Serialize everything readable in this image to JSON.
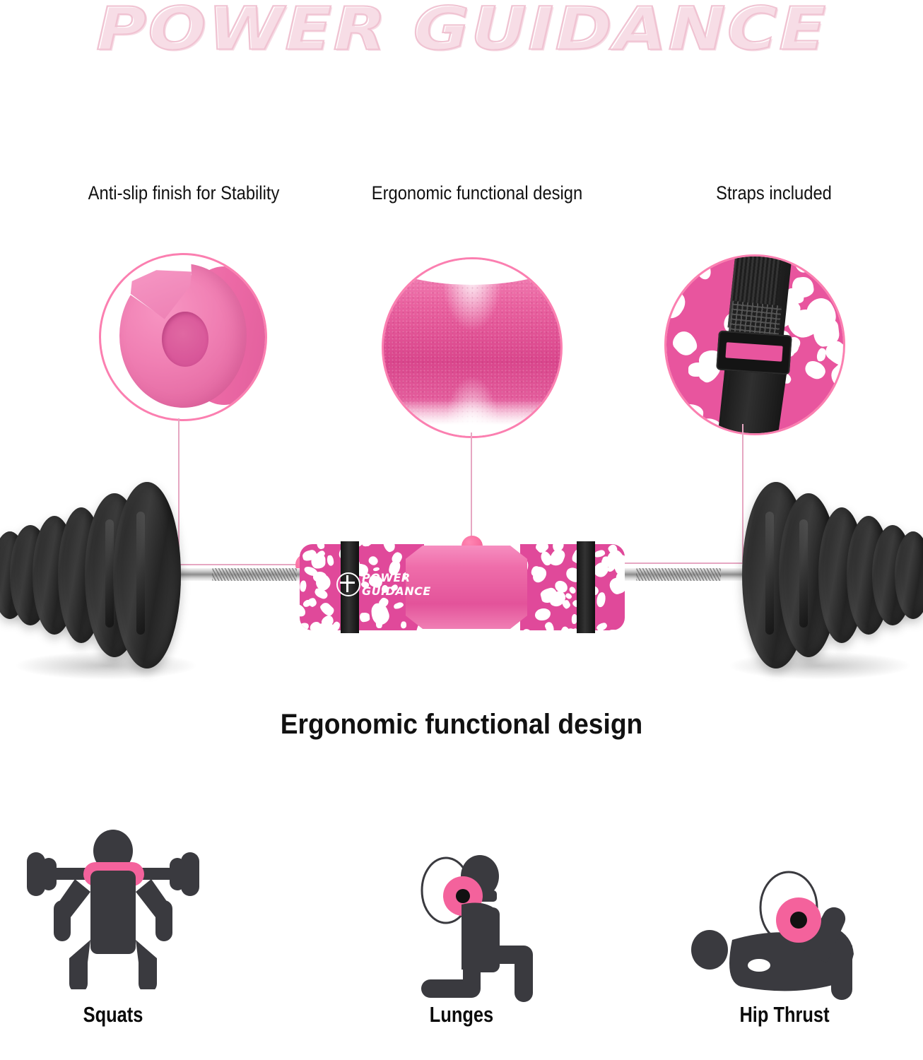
{
  "brand": {
    "name": "POWER GUIDANCE",
    "outline_color": "#f0c3d2"
  },
  "features": [
    {
      "label": "Anti-slip finish for Stability",
      "detail_icon": "foam-disc-slot-icon"
    },
    {
      "label": "Ergonomic functional design",
      "detail_icon": "foam-texture-closeup-icon"
    },
    {
      "label": "Straps included",
      "detail_icon": "velcro-strap-buckle-icon"
    }
  ],
  "product": {
    "pad_logo_line1": "POWER",
    "pad_logo_line2": "GUIDANCE",
    "pad_color": "#e0499a",
    "pad_waist_color": "#ef69a9",
    "strap_color": "#141414",
    "plate_color": "#2c2c2c",
    "bar_color": "#cfcfcf",
    "print": "leopard"
  },
  "caption": "Ergonomic functional design",
  "exercises": [
    {
      "label": "Squats",
      "icon": "squat-figure-icon"
    },
    {
      "label": "Lunges",
      "icon": "lunge-figure-icon"
    },
    {
      "label": "Hip Thrust",
      "icon": "hip-thrust-figure-icon"
    }
  ],
  "colors": {
    "accent_pink": "#f4588f",
    "line_pink": "#e6a7c2",
    "circle_border": "#fb7fb0",
    "figure_gray": "#3a3a3f"
  }
}
